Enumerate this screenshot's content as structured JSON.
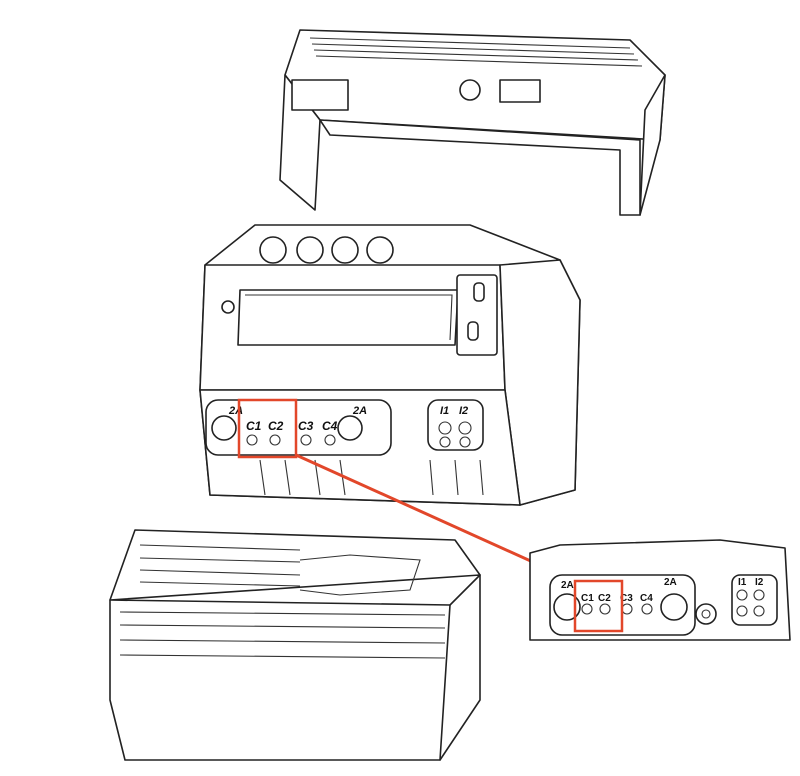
{
  "diagram": {
    "accent_color": "#e2472a",
    "main_labels": {
      "fuse_left": "2A",
      "c1": "C1",
      "c2": "C2",
      "c3": "C3",
      "c4": "C4",
      "fuse_right": "2A",
      "i1": "I1",
      "i2": "I2"
    },
    "inset_labels": {
      "fuse_left": "2A",
      "c1": "C1",
      "c2": "C2",
      "c3": "C3",
      "c4": "C4",
      "fuse_right": "2A",
      "i1": "I1",
      "i2": "I2"
    }
  }
}
